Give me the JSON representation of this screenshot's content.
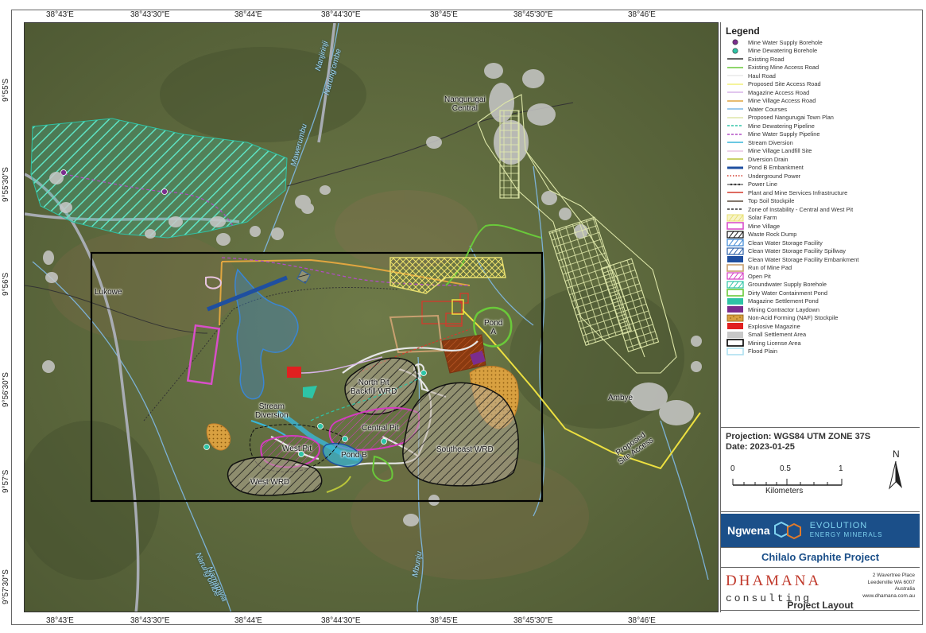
{
  "coords": {
    "top": [
      "38°43'E",
      "38°43'30\"E",
      "38°44'E",
      "38°44'30\"E",
      "38°45'E",
      "38°45'30\"E",
      "38°46'E"
    ],
    "bottom": [
      "38°43'E",
      "38°43'30\"E",
      "38°44'E",
      "38°44'30\"E",
      "38°45'E",
      "38°45'30\"E",
      "38°46'E"
    ],
    "left": [
      "9°55'S",
      "9°55'30\"S",
      "9°56'S",
      "9°56'30\"S",
      "9°57'S",
      "9°57'30\"S"
    ]
  },
  "map_labels": {
    "nangurugai": "Nangurugai\nCentral",
    "lukowe": "Lukowe",
    "pond_a": "Pond\nA",
    "north_pit": "North Pit\nBackfill WRD",
    "stream_diversion": "Stream\nDiversion",
    "central_pit": "Central Pit",
    "west_pit": "West Pit",
    "pond_b": "Pond B",
    "southeast_wrd": "Southeast WRD",
    "west_wrd": "West WRD",
    "ambye": "Ambye",
    "proposed_site_access": "Proposed\nSite Access",
    "nanjirinji": "Nanjirinji",
    "narung_ombe_top": "Narung'ombe",
    "mawerumbu": "Mawerumbu",
    "narung_ombe_bottom": "Narung'ombe",
    "namapwia": "Namapwia",
    "mbunju": "Mbunju"
  },
  "legend": {
    "title": "Legend",
    "items": [
      {
        "label": "Mine Water Supply Borehole",
        "kind": "dot",
        "color": "#7b2d8e"
      },
      {
        "label": "Mine Dewatering Borehole",
        "kind": "dot",
        "color": "#2ec4a6"
      },
      {
        "label": "Existing Road",
        "kind": "line",
        "color": "#333333"
      },
      {
        "label": "Existing Mine Access Road",
        "kind": "line",
        "color": "#6ac93a"
      },
      {
        "label": "Haul Road",
        "kind": "line",
        "color": "#e8e8e8"
      },
      {
        "label": "Proposed Site Access Road",
        "kind": "line",
        "color": "#f2f07a"
      },
      {
        "label": "Magazine Access Road",
        "kind": "line",
        "color": "#d7b4e8"
      },
      {
        "label": "Mine Village Access Road",
        "kind": "line",
        "color": "#e0a640"
      },
      {
        "label": "Water Courses",
        "kind": "line",
        "color": "#7fb9e6"
      },
      {
        "label": "Proposed Nangurugai Town Plan",
        "kind": "line",
        "color": "#dde6a8"
      },
      {
        "label": "Mine Dewatering Pipeline",
        "kind": "dash",
        "color": "#2ec4a6"
      },
      {
        "label": "Mine Water Supply Pipeline",
        "kind": "dash",
        "color": "#b04cc4"
      },
      {
        "label": "Stream Diversion",
        "kind": "line",
        "color": "#38b6d8"
      },
      {
        "label": "Mine Village Landfill Site",
        "kind": "line",
        "color": "#e8c4e0"
      },
      {
        "label": "Diversion Drain",
        "kind": "line",
        "color": "#b8c43a"
      },
      {
        "label": "Pond B Embankment",
        "kind": "thick",
        "color": "#1f4fa0"
      },
      {
        "label": "Underground Power",
        "kind": "dot-dash",
        "color": "#d33a2c"
      },
      {
        "label": "Power Line",
        "kind": "dotline",
        "color": "#333333"
      },
      {
        "label": "Plant and Mine Services Infrastructure",
        "kind": "line",
        "color": "#d33a2c"
      },
      {
        "label": "Top Soil Stockpile",
        "kind": "line",
        "color": "#5a4a3a"
      },
      {
        "label": "Zone of Instability - Central and West Pit",
        "kind": "dash",
        "color": "#333333"
      },
      {
        "label": "Solar Farm",
        "kind": "hatch",
        "color": "#e8e070"
      },
      {
        "label": "Mine Village",
        "kind": "box",
        "color": "#d84fc8"
      },
      {
        "label": "Waste Rock Dump",
        "kind": "hatch-box",
        "color": "#111111"
      },
      {
        "label": "Clean Water Storage Facility",
        "kind": "hatch-box",
        "color": "#3a86d4"
      },
      {
        "label": "Clean Water Storage Facility Spillway",
        "kind": "hatch-box",
        "color": "#2a5fa8"
      },
      {
        "label": "Clean Water Storage Facility Embankment",
        "kind": "fill",
        "color": "#1f4fa0"
      },
      {
        "label": "Run of Mine Pad",
        "kind": "box",
        "color": "#c8a070"
      },
      {
        "label": "Open Pit",
        "kind": "hatch-box",
        "color": "#d43cc0"
      },
      {
        "label": "Groundwater Supply Borehole",
        "kind": "hatch-box",
        "color": "#2ec4a6"
      },
      {
        "label": "Dirty Water Containment Pond",
        "kind": "box",
        "color": "#6ac93a"
      },
      {
        "label": "Magazine Settlement Pond",
        "kind": "fill",
        "color": "#2ec4a6"
      },
      {
        "label": "Mining Contractor Laydown",
        "kind": "fill",
        "color": "#7b2d8e"
      },
      {
        "label": "Non-Acid Forming (NAF) Stockpile",
        "kind": "dots-box",
        "color": "#d8a040"
      },
      {
        "label": "Explosive Magazine",
        "kind": "fill",
        "color": "#e02020"
      },
      {
        "label": "Small Settlement Area",
        "kind": "fill",
        "color": "#c8c8c8"
      },
      {
        "label": "Mining License Area",
        "kind": "box",
        "color": "#000000"
      },
      {
        "label": "Flood Plain",
        "kind": "box",
        "color": "#aee0f0"
      }
    ]
  },
  "projection": {
    "line": "Projection: WGS84 UTM ZONE 37S",
    "date": "Date: 2023-01-25",
    "scale_ticks": [
      "0",
      "0.5",
      "1"
    ],
    "scale_unit": "Kilometers",
    "north": "N"
  },
  "logos": {
    "ngwena": "Ngwena",
    "evolution": "EVOLUTION",
    "evolution_sub": "ENERGY MINERALS"
  },
  "project_name": "Chilalo Graphite Project",
  "consultant": {
    "name": "DHAMANA",
    "tagline": "consulting",
    "address_lines": [
      "2 Wavertree Place",
      "Leederville WA 6007",
      "Australia",
      "www.dhamana.com.au"
    ]
  },
  "layout_title": "Project Layout"
}
